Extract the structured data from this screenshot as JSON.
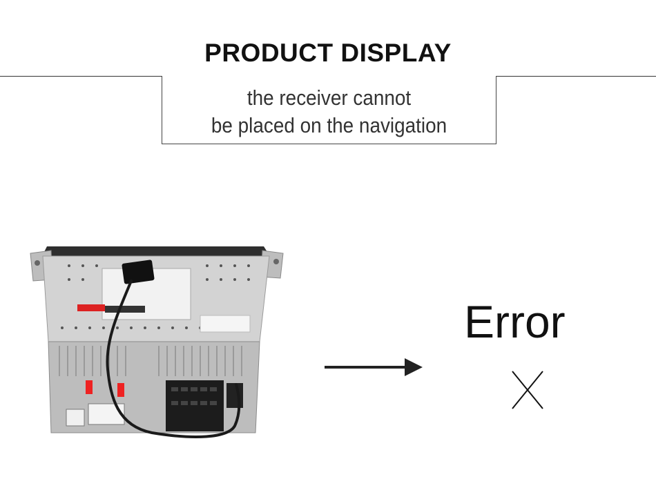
{
  "header": {
    "title": "PRODUCT DISPLAY"
  },
  "note": {
    "line1": "the receiver cannot",
    "line2": "be placed on the navigation"
  },
  "status": {
    "label": "Error"
  },
  "icons": {
    "arrow": "right-arrow-icon",
    "cross": "x-mark-icon"
  },
  "colors": {
    "text": "#111111",
    "note_text": "#333333",
    "rule": "#333333",
    "cable": "#1a1a1a",
    "chassis": "#c9c9c9"
  }
}
